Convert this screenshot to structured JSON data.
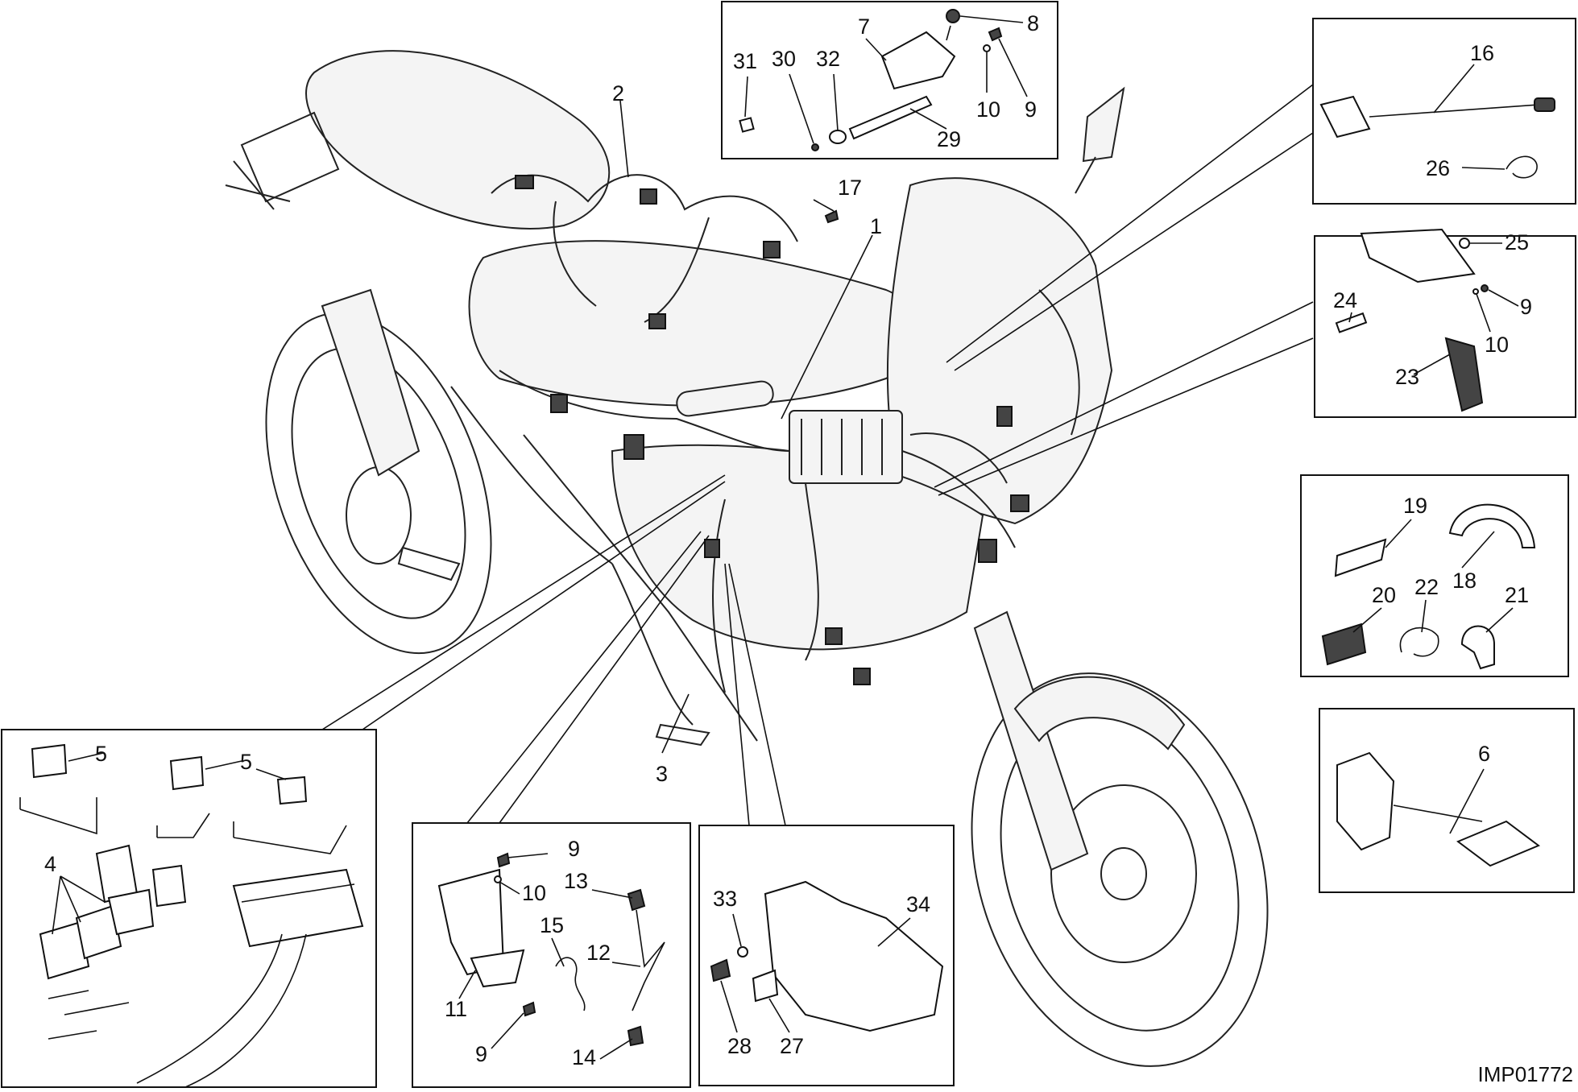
{
  "drawing_code": "IMP01772",
  "callouts": {
    "c1": "1",
    "c2": "2",
    "c3": "3",
    "c4": "4",
    "c5a": "5",
    "c5b": "5",
    "c6": "6",
    "c7": "7",
    "c8": "8",
    "c9a": "9",
    "c10a": "10",
    "c29": "29",
    "c30": "30",
    "c31": "31",
    "c32": "32",
    "c16": "16",
    "c26": "26",
    "c25": "25",
    "c9b": "9",
    "c24": "24",
    "c10b": "10",
    "c23": "23",
    "c19": "19",
    "c18": "18",
    "c20": "20",
    "c22": "22",
    "c21": "21",
    "c17": "17",
    "c9c": "9",
    "c10c": "10",
    "c13": "13",
    "c15": "15",
    "c12": "12",
    "c11": "11",
    "c9d": "9",
    "c14": "14",
    "c33": "33",
    "c34": "34",
    "c28": "28",
    "c27": "27"
  }
}
